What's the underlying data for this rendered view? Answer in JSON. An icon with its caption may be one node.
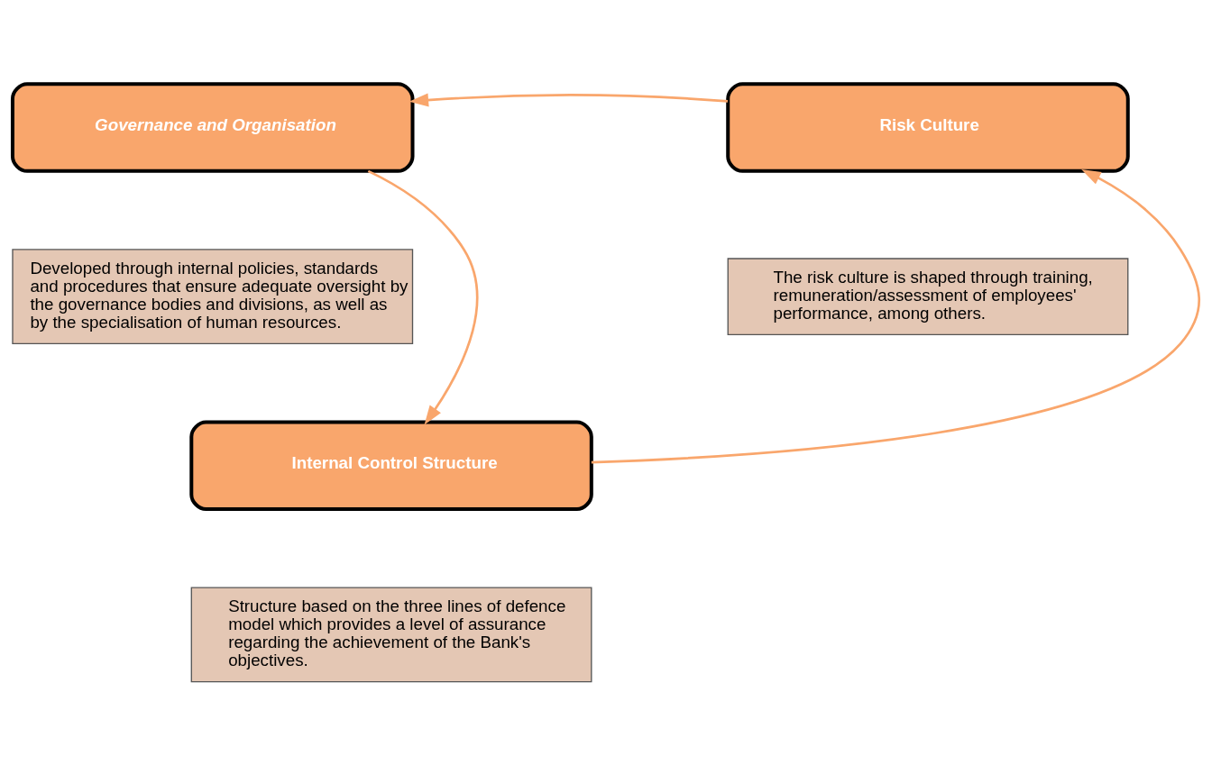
{
  "diagram": {
    "nodes": [
      {
        "text": [
          "Governance and Organisation"
        ]
      },
      {
        "text": [
          "Developed through internal policies, standards and procedures that ensure adequate oversight by the governance bodies and divisions, as well as by the specialisation of human resources."
        ]
      },
      {
        "text": [
          "Risk Culture"
        ]
      },
      {
        "text": [
          "The risk culture is shaped through training, remuneration/assessment of employees' performance, among others."
        ]
      },
      {
        "text": [
          "Internal Control Structure"
        ]
      },
      {
        "text": [
          "Structure based on the three lines of defence model which provides a level of assurance regarding the achievement of the Bank's objectives."
        ]
      }
    ],
    "edges": [
      {
        "from": 2,
        "to": 0,
        "arrow": "to"
      },
      {
        "from": 0,
        "to": 4,
        "arrow": "to"
      },
      {
        "from": 4,
        "to": 2,
        "arrow": "to"
      }
    ]
  }
}
